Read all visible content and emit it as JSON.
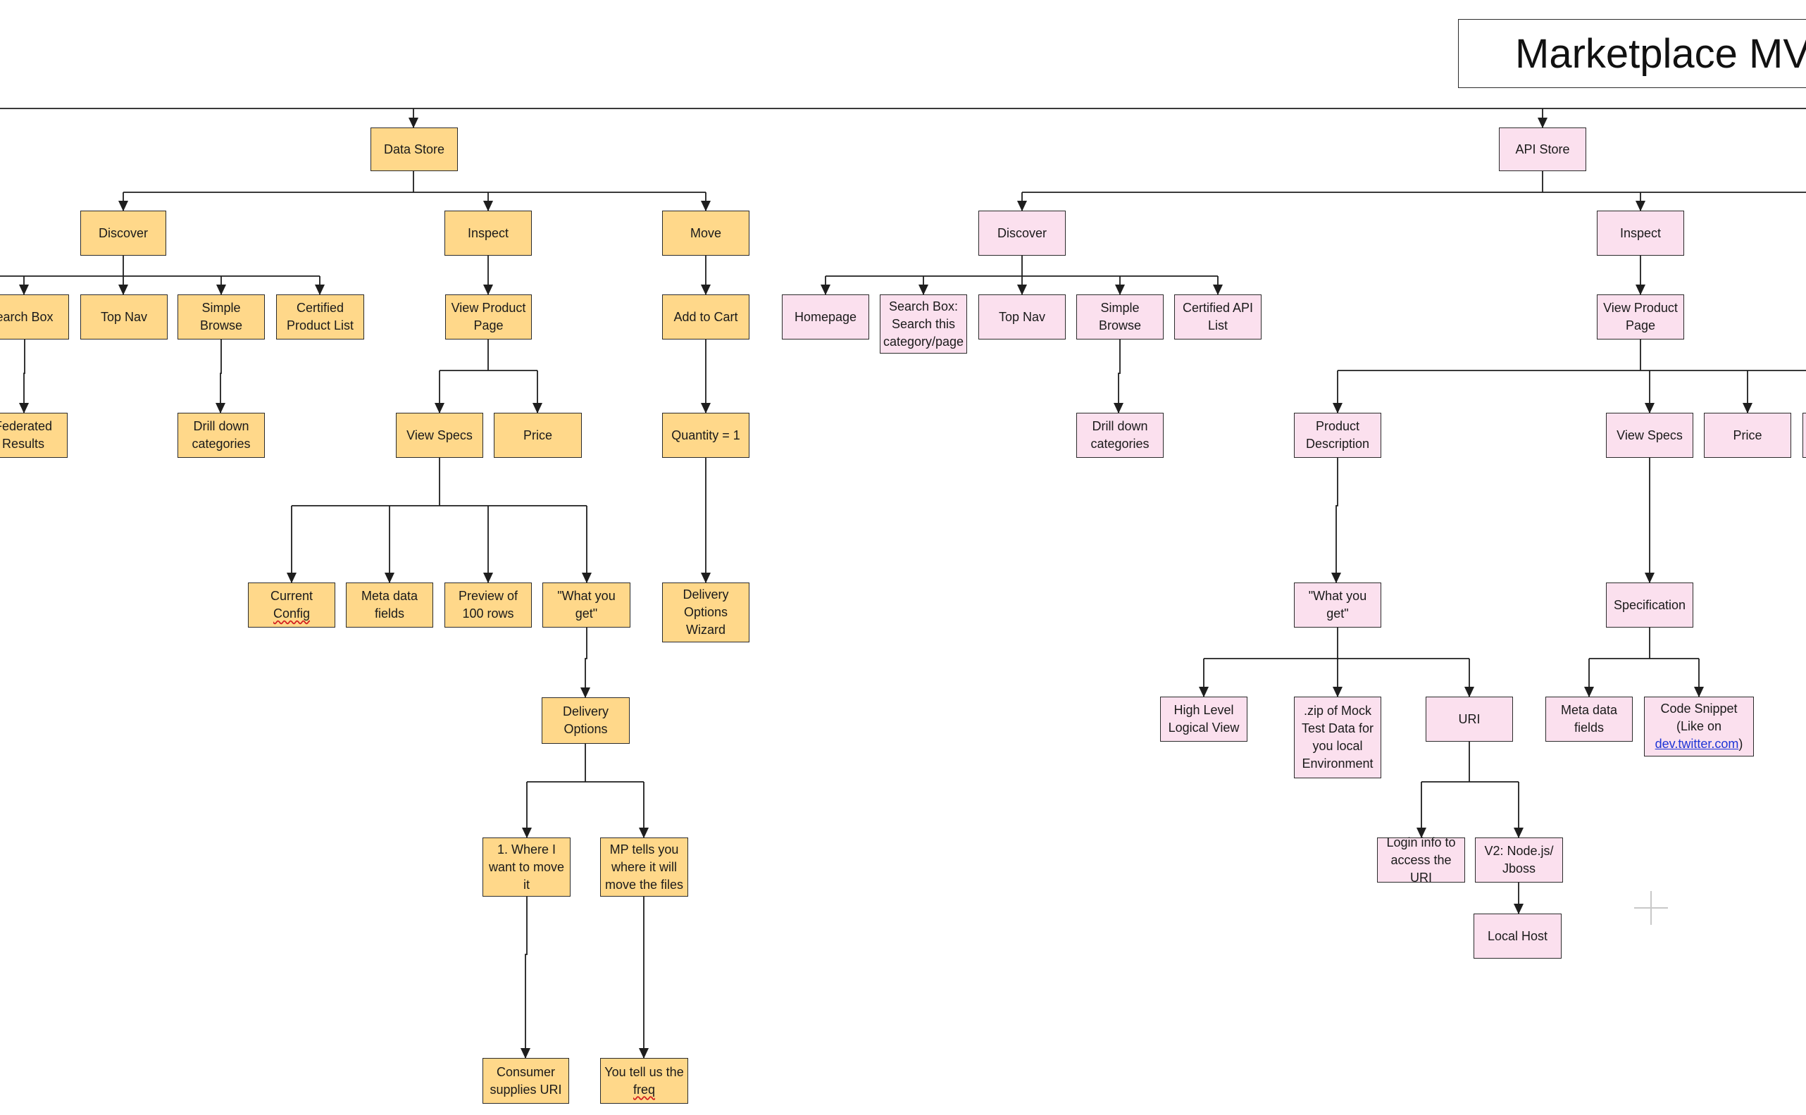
{
  "diagram": {
    "title": "Marketplace MVP",
    "colors": {
      "data_store": "#ffd88a",
      "api_store": "#fbe0ee",
      "line": "#1e1e1e",
      "border": "#2b2b2b"
    },
    "data_store": {
      "root": "Data Store",
      "discover": {
        "label": "Discover",
        "search_box": "Search Box",
        "federated_results": "Federated\nResults",
        "top_nav": "Top Nav",
        "simple_browse": "Simple Browse",
        "drill_down": "Drill down\ncategories",
        "certified_product_list": "Certified\nProduct List"
      },
      "inspect": {
        "label": "Inspect",
        "view_product_page": "View Product\nPage",
        "view_specs": "View Specs",
        "price": "Price",
        "current_config": "Current\nConfig",
        "meta_data_fields": "Meta data\nfields",
        "preview_rows": "Preview of\n100 rows",
        "what_you_get": "\"What you\nget\"",
        "delivery_options": "Delivery\nOptions",
        "where_to_move": "1. Where I\nwant to move\nit",
        "mp_tells_you": "MP tells you\nwhere it will\nmove the files",
        "consumer_uri": "Consumer\nsupplies URI",
        "freq": "You tell us the\nfreq"
      },
      "move": {
        "label": "Move",
        "add_to_cart": "Add to Cart",
        "quantity": "Quantity = 1",
        "delivery_wizard": "Delivery\nOptions\nWizard"
      }
    },
    "api_store": {
      "root": "API Store",
      "discover": {
        "label": "Discover",
        "homepage": "Homepage",
        "search_box": "Search Box:\nSearch this\ncategory/page",
        "top_nav": "Top Nav",
        "simple_browse": "Simple Browse",
        "drill_down": "Drill down\ncategories",
        "certified_api_list": "Certified API\nList"
      },
      "inspect": {
        "label": "Inspect",
        "view_product_page": "View Product\nPage",
        "product_description": "Product\nDescription",
        "what_you_get": "\"What you\nget\"",
        "high_level_view": "High Level\nLogical View",
        "zip_mock": ".zip  of Mock\nTest Data for\nyou local\nEnvironment",
        "uri": "URI",
        "login_info": "Login info to\naccess the URI",
        "v2_node": "V2: Node.js/\nJboss",
        "local_host": "Local Host",
        "view_specs": "View Specs",
        "specification": "Specification",
        "meta_data_fields": "Meta data\nfields",
        "code_snippet": "Code Snippet\n(Like on",
        "code_snippet_link": "dev.twitter.com",
        "code_snippet_tail": ")",
        "price": "Price"
      }
    }
  }
}
